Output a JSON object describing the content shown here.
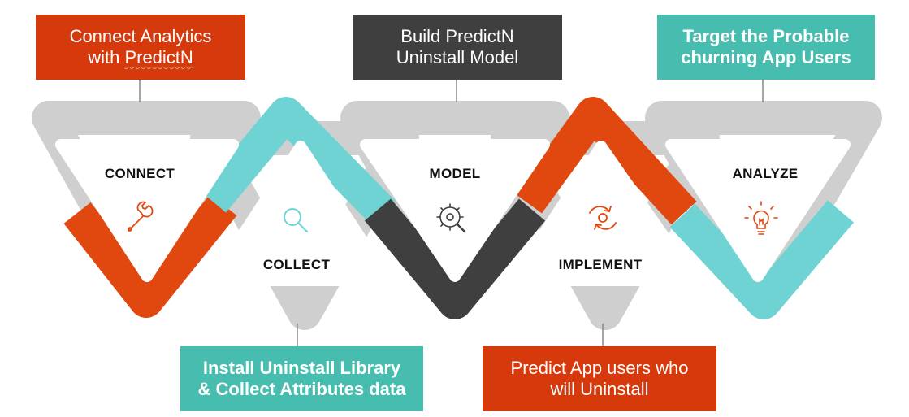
{
  "boxes": {
    "connect": {
      "line1": "Connect Analytics",
      "line2_prefix": "with ",
      "line2_word": "PredictN"
    },
    "model": {
      "line1": "Build PredictN",
      "line2": "Uninstall Model"
    },
    "analyze": {
      "line1": "Target the Probable",
      "line2": "churning App Users"
    },
    "collect": {
      "line1": "Install Uninstall Library",
      "line2": "& Collect Attributes data"
    },
    "implement": {
      "line1": "Predict App users who",
      "line2": "will Uninstall"
    }
  },
  "steps": {
    "connect": "CONNECT",
    "collect": "COLLECT",
    "model": "MODEL",
    "implement": "IMPLEMENT",
    "analyze": "ANALYZE"
  },
  "icons": {
    "connect": "wrench-icon",
    "collect": "magnifier-icon",
    "model": "gear-search-icon",
    "implement": "refresh-cycle-icon",
    "analyze": "lightbulb-icon"
  },
  "colors": {
    "orange": "#e0480f",
    "teal": "#6fd3d3",
    "dark": "#3f3f3f",
    "gray": "#cfcfcf",
    "box_orange": "#d63a0c",
    "box_teal": "#47bdb0"
  }
}
